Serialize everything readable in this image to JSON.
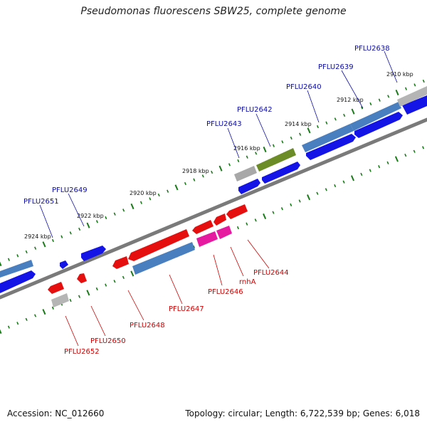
{
  "title": "Pseudomonas fluorescens SBW25, complete genome",
  "footer": {
    "accession": "Accession: NC_012660",
    "summary": "Topology: circular; Length: 6,722,539 bp; Genes: 6,018"
  },
  "colors": {
    "forward_gene_label": "#0a0aa8",
    "reverse_gene_label": "#cc0000",
    "cds_blue": "#1414e6",
    "cds_red": "#e60f0f",
    "cds_steel": "#4a7fbf",
    "cds_pink": "#e61aa0",
    "cds_olive": "#6b8c26",
    "cds_gray": "#a8a8a8",
    "backbone": "#7a7a7a",
    "tick": "#1a7a1a"
  },
  "scale_labels": [
    "2910 kbp",
    "2912 kbp",
    "2914 kbp",
    "2916 kbp",
    "2918 kbp",
    "2920 kbp",
    "2922 kbp",
    "2924 kbp"
  ],
  "forward_genes": [
    "PFLU2638",
    "PFLU2639",
    "PFLU2640",
    "PFLU2642",
    "PFLU2643",
    "PFLU2649",
    "PFLU2651"
  ],
  "reverse_genes": [
    "PFLU2644",
    "rnhA",
    "PFLU2646",
    "PFLU2647",
    "PFLU2648",
    "PFLU2650",
    "PFLU2652"
  ]
}
